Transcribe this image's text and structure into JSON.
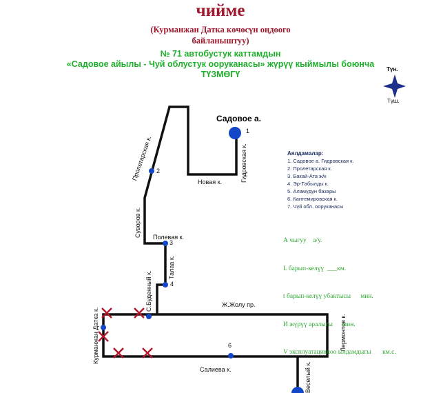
{
  "header": {
    "title": "чийме",
    "subtitle_line1": "(Курманжан Датка көчөсүн оңдоого",
    "subtitle_line2": "байланыштуу)",
    "route_line1": "№ 71  автобустук каттамдын",
    "route_line2": "«Садовое айылы  - Чуй облустук ооруканасы» жүрүү кыймылы боюнча",
    "route_line3": "ТҮЗМӨГҮ"
  },
  "compass": {
    "north": "Түн.",
    "south": "Түш.",
    "color": "#1c2f8a"
  },
  "map": {
    "place_label": "Садовое а.",
    "streets": {
      "gidrovskaya": "Гидровская к.",
      "novaya": "Новая к.",
      "proletarskaya": "Пролетарская к.",
      "suvorov": "Суворов к.",
      "polevaya": "Полевая к.",
      "talaa": "Талаа к.",
      "budenny": "С.Буденный к.",
      "zholu": "Ж.Жолу пр.",
      "kurmanjan": "Курманжан Датка к.",
      "lermontov": "Лермонтов к.",
      "salieva": "Салиева к.",
      "veselyi": "Веселый к."
    },
    "stop_numbers": [
      "1",
      "2",
      "3",
      "4",
      "6"
    ],
    "colors": {
      "route": "#111111",
      "stop": "#1446c8",
      "closed": "#b0182c"
    }
  },
  "legend": {
    "title": "Аялдамалар:",
    "items": [
      "1. Садовое а. Гидровская к.",
      "2. Пролетарская к.",
      "3. Бакай-Ата ж/к",
      "4. Эр-Табылды к.",
      "5. Аламүдүн базары",
      "6. Кантемировская к.",
      "7. Чүй обл. ооруканасы"
    ]
  },
  "params": [
    "А чыгуу    а/у.",
    "L барып-келүү  ___км.",
    "t барып-келүү убактысы      мин.",
    "И жүрүү аралыгы      мин.",
    "V эксплуатациялоо ылдамдыгы       км.с."
  ]
}
